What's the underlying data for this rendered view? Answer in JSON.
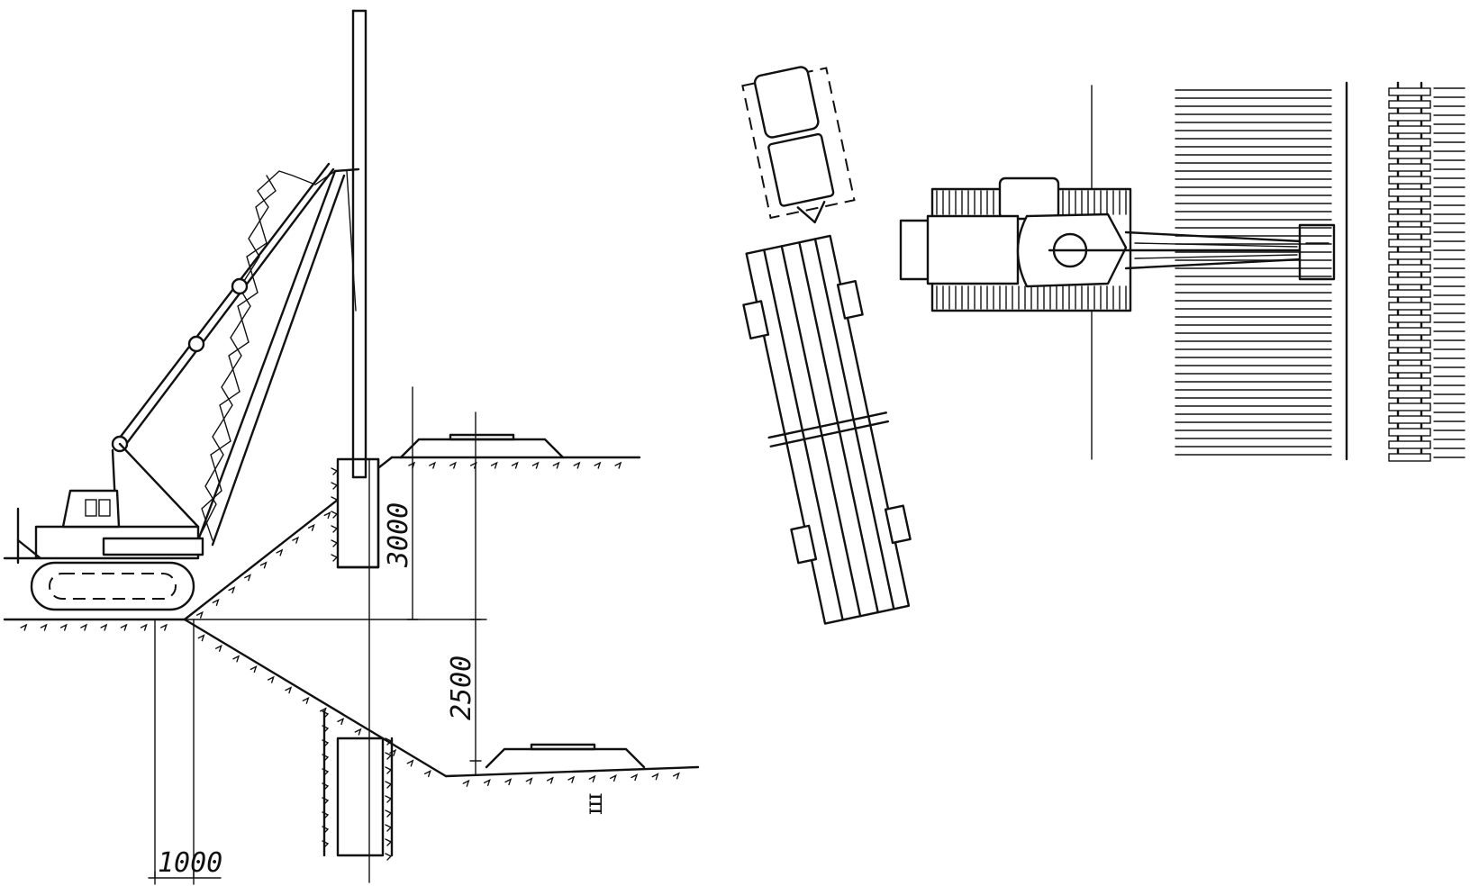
{
  "dimensions": {
    "vertical_upper": "3000",
    "vertical_lower": "2500",
    "horizontal_offset": "1000"
  },
  "section_mark": "ш",
  "colors": {
    "ink": "#111111",
    "paper": "#ffffff"
  }
}
